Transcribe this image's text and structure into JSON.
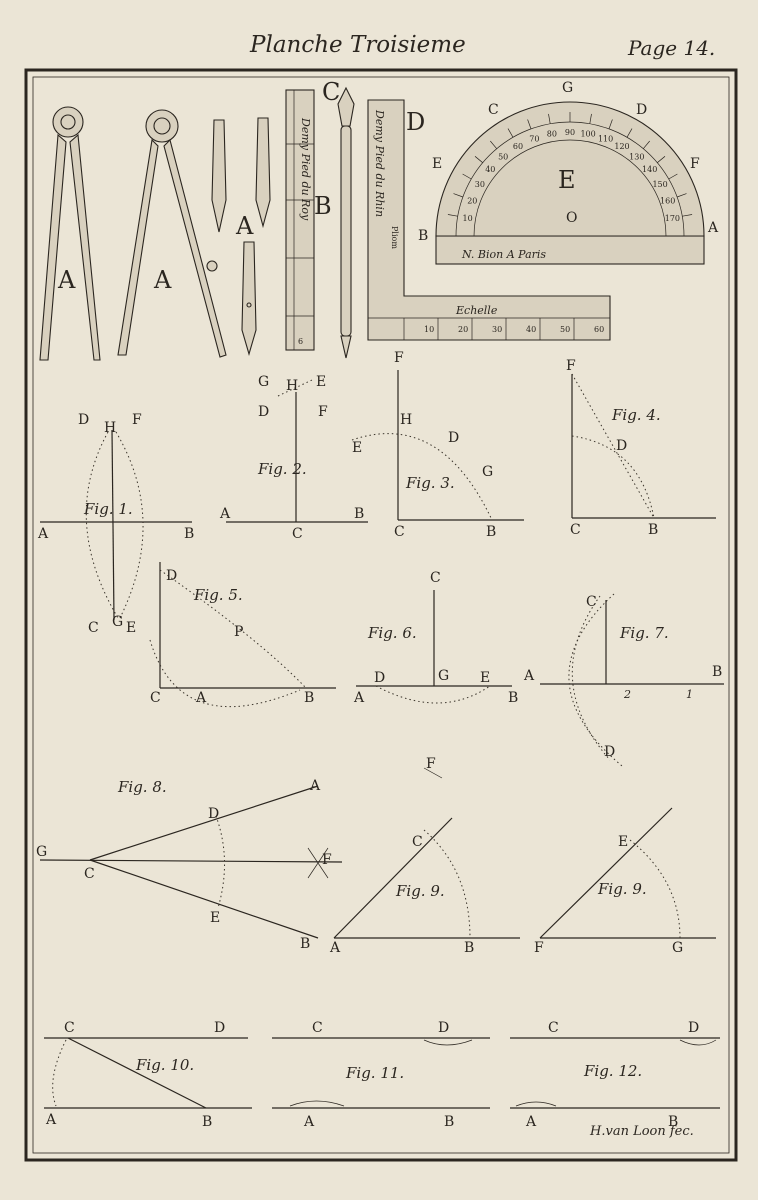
{
  "header": {
    "title": "Planche Troisieme",
    "page": "Page 14."
  },
  "credit": "H.van Loon fec.",
  "instruments": {
    "compass_label": "A",
    "rule_label": "B",
    "rule_text": "Demy Pied du Roy",
    "rule_number": "6",
    "pen_label": "C",
    "square_label": "D",
    "square_text": "Demy Pied du Rhin",
    "square_maker": "Pliom",
    "scale_title": "Echelle",
    "scale_numbers": [
      "10",
      "20",
      "30",
      "40",
      "50",
      "60"
    ],
    "protractor": {
      "center_label": "E",
      "origin_label": "O",
      "points": [
        "A",
        "B",
        "C",
        "D",
        "E",
        "F",
        "G"
      ],
      "degrees": [
        "10",
        "20",
        "30",
        "40",
        "50",
        "60",
        "70",
        "80",
        "90",
        "100",
        "110",
        "120",
        "130",
        "140",
        "150",
        "160",
        "170"
      ],
      "maker": "N. Bion A Paris"
    }
  },
  "figures": [
    {
      "title": "Fig. 1.",
      "points": [
        "A",
        "B",
        "D",
        "H",
        "F",
        "C",
        "G",
        "E"
      ]
    },
    {
      "title": "Fig. 2.",
      "points": [
        "A",
        "B",
        "C",
        "G",
        "H",
        "E",
        "D",
        "F"
      ]
    },
    {
      "title": "Fig. 3.",
      "points": [
        "F",
        "H",
        "D",
        "E",
        "G",
        "C",
        "B"
      ]
    },
    {
      "title": "Fig. 4.",
      "points": [
        "F",
        "D",
        "C",
        "B"
      ]
    },
    {
      "title": "Fig. 5.",
      "points": [
        "D",
        "P",
        "C",
        "A",
        "B"
      ]
    },
    {
      "title": "Fig. 6.",
      "points": [
        "C",
        "D",
        "G",
        "E",
        "A",
        "B"
      ]
    },
    {
      "title": "Fig. 7.",
      "points": [
        "C",
        "A",
        "B",
        "2",
        "1",
        "D"
      ]
    },
    {
      "title": "Fig. 8.",
      "points": [
        "A",
        "D",
        "G",
        "C",
        "F",
        "E",
        "B"
      ]
    },
    {
      "title": "Fig. 9.",
      "points": [
        "F",
        "C",
        "A",
        "B"
      ]
    },
    {
      "title": "Fig. 9.",
      "points": [
        "E",
        "F",
        "G"
      ]
    },
    {
      "title": "Fig. 10.",
      "points": [
        "C",
        "D",
        "A",
        "B"
      ]
    },
    {
      "title": "Fig. 11.",
      "points": [
        "C",
        "D",
        "A",
        "B"
      ]
    },
    {
      "title": "Fig. 12.",
      "points": [
        "C",
        "D",
        "A",
        "B"
      ]
    }
  ]
}
